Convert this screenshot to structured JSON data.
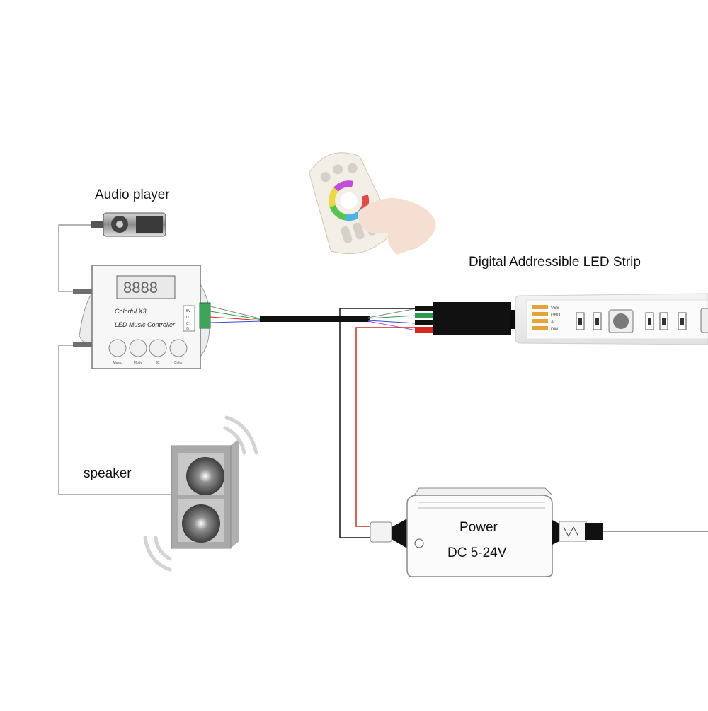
{
  "labels": {
    "audio_player": "Audio player",
    "led_strip": "Digital Addressible LED Strip",
    "speaker": "speaker",
    "power": "Power",
    "power_voltage": "DC 5-24V"
  },
  "controller": {
    "brand_line1": "Colorful  X3",
    "brand_line2": "LED Music Controller",
    "buttons": [
      "Music",
      "Mode",
      "IC",
      "Color"
    ],
    "port_labels": [
      "5V",
      "D",
      "C",
      "G"
    ]
  },
  "strip": {
    "pin_labels": [
      "VSS",
      "GND",
      "AD",
      "DIN"
    ]
  },
  "colors": {
    "wire_red": "#d42a1e",
    "wire_black": "#111111",
    "wire_gray": "#9a9a9a",
    "connector_green": "#3fa45a",
    "strip_pin": "#e8a23a"
  }
}
